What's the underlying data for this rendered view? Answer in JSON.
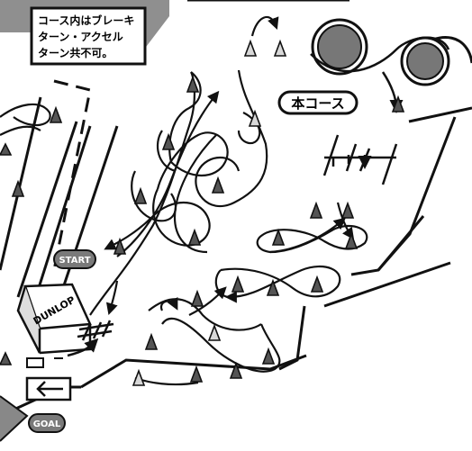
{
  "notice": {
    "line1": "コース内はブレーキ",
    "line2": "ターン・アクセル",
    "line3": "ターン共不可。"
  },
  "labels": {
    "main_course": "本コース",
    "start": "START",
    "goal": "GOAL",
    "sponsor": "DUNLOP"
  },
  "colors": {
    "line": "#111111",
    "cone_dark": "#555555",
    "cone_light": "#d8d8d8",
    "badge_fill": "#7a7a7a",
    "paper": "#ffffff"
  }
}
